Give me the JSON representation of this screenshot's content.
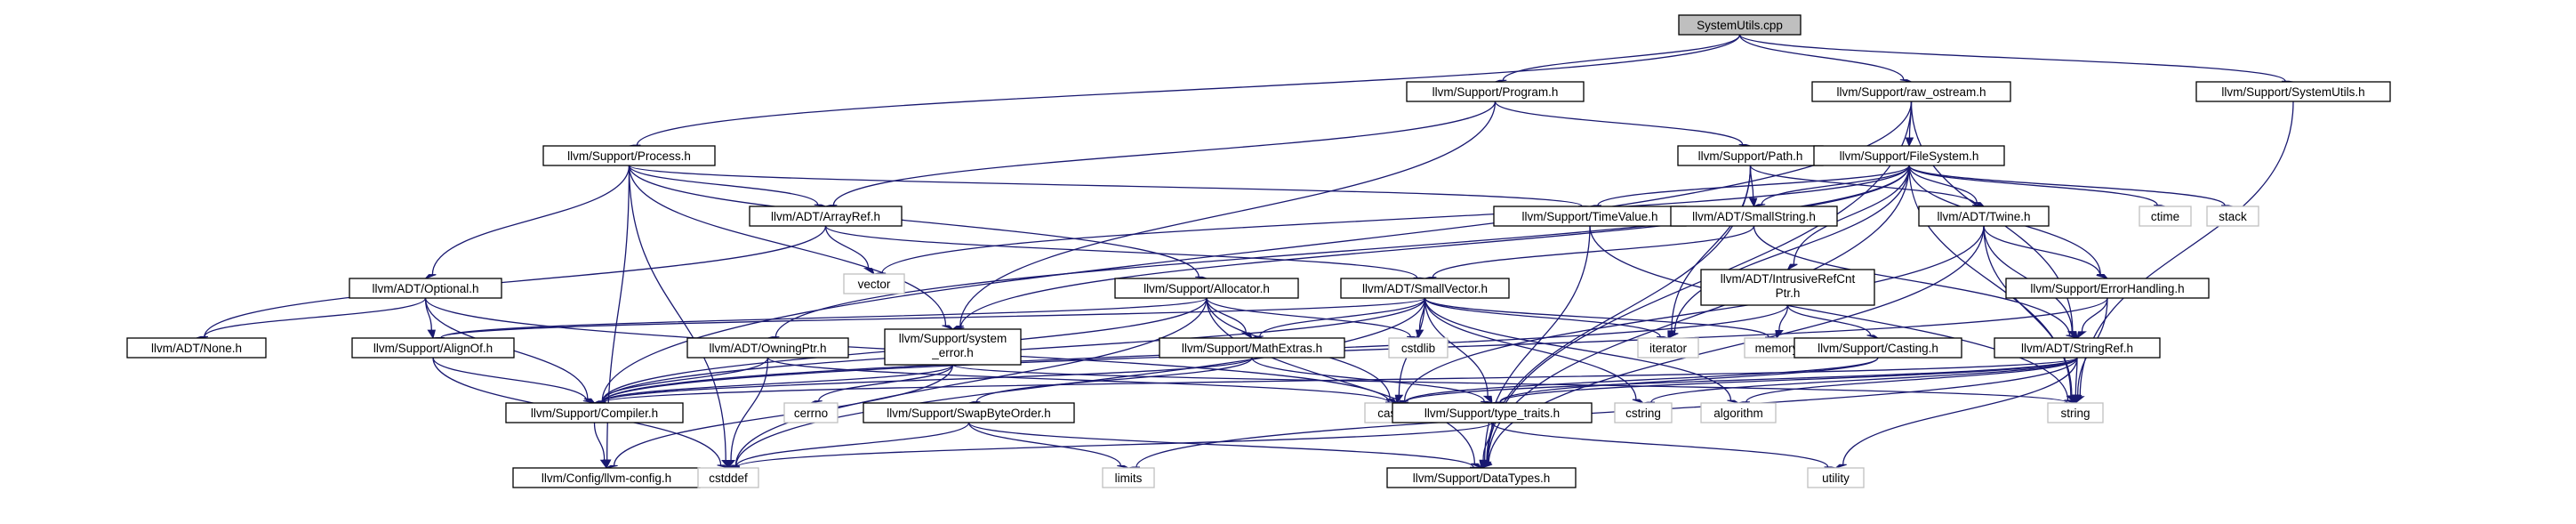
{
  "graph": {
    "nodes": [
      {
        "id": "root",
        "label": "SystemUtils.cpp",
        "style": "root"
      },
      {
        "id": "program",
        "label": "llvm/Support/Program.h",
        "style": "header"
      },
      {
        "id": "raw_ostream",
        "label": "llvm/Support/raw_ostream.h",
        "style": "header"
      },
      {
        "id": "systemutils_h",
        "label": "llvm/Support/SystemUtils.h",
        "style": "header"
      },
      {
        "id": "process",
        "label": "llvm/Support/Process.h",
        "style": "header"
      },
      {
        "id": "path",
        "label": "llvm/Support/Path.h",
        "style": "header"
      },
      {
        "id": "filesystem",
        "label": "llvm/Support/FileSystem.h",
        "style": "header"
      },
      {
        "id": "ctime",
        "label": "ctime",
        "style": "system"
      },
      {
        "id": "stack",
        "label": "stack",
        "style": "system"
      },
      {
        "id": "arrayref",
        "label": "llvm/ADT/ArrayRef.h",
        "style": "header"
      },
      {
        "id": "timevalue",
        "label": "llvm/Support/TimeValue.h",
        "style": "header"
      },
      {
        "id": "smallstring",
        "label": "llvm/ADT/SmallString.h",
        "style": "header"
      },
      {
        "id": "twine",
        "label": "llvm/ADT/Twine.h",
        "style": "header"
      },
      {
        "id": "vector",
        "label": "vector",
        "style": "system"
      },
      {
        "id": "optional",
        "label": "llvm/ADT/Optional.h",
        "style": "header"
      },
      {
        "id": "allocator",
        "label": "llvm/Support/Allocator.h",
        "style": "header"
      },
      {
        "id": "smallvector",
        "label": "llvm/ADT/SmallVector.h",
        "style": "header"
      },
      {
        "id": "intrusive",
        "label": "llvm/ADT/IntrusiveRefCnt Ptr.h",
        "style": "header"
      },
      {
        "id": "errorhandling",
        "label": "llvm/Support/ErrorHandling.h",
        "style": "header"
      },
      {
        "id": "none",
        "label": "llvm/ADT/None.h",
        "style": "header"
      },
      {
        "id": "alignof",
        "label": "llvm/Support/AlignOf.h",
        "style": "header"
      },
      {
        "id": "owningptr",
        "label": "llvm/ADT/OwningPtr.h",
        "style": "header"
      },
      {
        "id": "system_error",
        "label": "llvm/Support/system _error.h",
        "style": "header"
      },
      {
        "id": "mathextras",
        "label": "llvm/Support/MathExtras.h",
        "style": "header"
      },
      {
        "id": "cstdlib",
        "label": "cstdlib",
        "style": "system"
      },
      {
        "id": "iterator",
        "label": "iterator",
        "style": "system"
      },
      {
        "id": "memory",
        "label": "memory",
        "style": "system"
      },
      {
        "id": "casting",
        "label": "llvm/Support/Casting.h",
        "style": "header"
      },
      {
        "id": "stringref",
        "label": "llvm/ADT/StringRef.h",
        "style": "header"
      },
      {
        "id": "compiler",
        "label": "llvm/Support/Compiler.h",
        "style": "header"
      },
      {
        "id": "cerrno",
        "label": "cerrno",
        "style": "system"
      },
      {
        "id": "swapbyteorder",
        "label": "llvm/Support/SwapByteOrder.h",
        "style": "header"
      },
      {
        "id": "cassert",
        "label": "cassert",
        "style": "system"
      },
      {
        "id": "type_traits",
        "label": "llvm/Support/type_traits.h",
        "style": "header"
      },
      {
        "id": "cstring",
        "label": "cstring",
        "style": "system"
      },
      {
        "id": "algorithm",
        "label": "algorithm",
        "style": "system"
      },
      {
        "id": "string",
        "label": "string",
        "style": "system"
      },
      {
        "id": "llvm_config",
        "label": "llvm/Config/llvm-config.h",
        "style": "header"
      },
      {
        "id": "cstddef",
        "label": "cstddef",
        "style": "system"
      },
      {
        "id": "limits",
        "label": "limits",
        "style": "system"
      },
      {
        "id": "datatypes",
        "label": "llvm/Support/DataTypes.h",
        "style": "header"
      },
      {
        "id": "utility",
        "label": "utility",
        "style": "system"
      }
    ],
    "edges": [
      [
        "root",
        "program"
      ],
      [
        "root",
        "raw_ostream"
      ],
      [
        "root",
        "systemutils_h"
      ],
      [
        "root",
        "process"
      ],
      [
        "program",
        "path"
      ],
      [
        "program",
        "system_error"
      ],
      [
        "program",
        "arrayref"
      ],
      [
        "raw_ostream",
        "filesystem"
      ],
      [
        "raw_ostream",
        "compiler"
      ],
      [
        "raw_ostream",
        "stringref"
      ],
      [
        "raw_ostream",
        "datatypes"
      ],
      [
        "systemutils_h",
        "string"
      ],
      [
        "process",
        "optional"
      ],
      [
        "process",
        "arrayref"
      ],
      [
        "process",
        "allocator"
      ],
      [
        "process",
        "timevalue"
      ],
      [
        "process",
        "system_error"
      ],
      [
        "process",
        "llvm_config"
      ],
      [
        "process",
        "cstddef"
      ],
      [
        "path",
        "twine"
      ],
      [
        "path",
        "smallstring"
      ],
      [
        "path",
        "datatypes"
      ],
      [
        "path",
        "iterator"
      ],
      [
        "filesystem",
        "twine"
      ],
      [
        "filesystem",
        "smallstring"
      ],
      [
        "filesystem",
        "timevalue"
      ],
      [
        "filesystem",
        "ctime"
      ],
      [
        "filesystem",
        "stack"
      ],
      [
        "filesystem",
        "vector"
      ],
      [
        "filesystem",
        "errorhandling"
      ],
      [
        "filesystem",
        "intrusive"
      ],
      [
        "filesystem",
        "owningptr"
      ],
      [
        "filesystem",
        "system_error"
      ],
      [
        "filesystem",
        "iterator"
      ],
      [
        "filesystem",
        "string"
      ],
      [
        "filesystem",
        "datatypes"
      ],
      [
        "arrayref",
        "smallvector"
      ],
      [
        "arrayref",
        "none"
      ],
      [
        "arrayref",
        "vector"
      ],
      [
        "timevalue",
        "datatypes"
      ],
      [
        "timevalue",
        "string"
      ],
      [
        "smallstring",
        "smallvector"
      ],
      [
        "smallstring",
        "stringref"
      ],
      [
        "twine",
        "errorhandling"
      ],
      [
        "twine",
        "stringref"
      ],
      [
        "twine",
        "cassert"
      ],
      [
        "twine",
        "string"
      ],
      [
        "twine",
        "datatypes"
      ],
      [
        "optional",
        "none"
      ],
      [
        "optional",
        "alignof"
      ],
      [
        "optional",
        "compiler"
      ],
      [
        "optional",
        "cassert"
      ],
      [
        "allocator",
        "alignof"
      ],
      [
        "allocator",
        "mathextras"
      ],
      [
        "allocator",
        "compiler"
      ],
      [
        "allocator",
        "cassert"
      ],
      [
        "allocator",
        "cstddef"
      ],
      [
        "allocator",
        "cstdlib"
      ],
      [
        "allocator",
        "datatypes"
      ],
      [
        "smallvector",
        "alignof"
      ],
      [
        "smallvector",
        "compiler"
      ],
      [
        "smallvector",
        "mathextras"
      ],
      [
        "smallvector",
        "type_traits"
      ],
      [
        "smallvector",
        "algorithm"
      ],
      [
        "smallvector",
        "cassert"
      ],
      [
        "smallvector",
        "cstddef"
      ],
      [
        "smallvector",
        "cstdlib"
      ],
      [
        "smallvector",
        "cstring"
      ],
      [
        "smallvector",
        "iterator"
      ],
      [
        "smallvector",
        "memory"
      ],
      [
        "intrusive",
        "casting"
      ],
      [
        "intrusive",
        "compiler"
      ],
      [
        "intrusive",
        "memory"
      ],
      [
        "errorhandling",
        "compiler"
      ],
      [
        "errorhandling",
        "stringref"
      ],
      [
        "errorhandling",
        "string"
      ],
      [
        "alignof",
        "compiler"
      ],
      [
        "alignof",
        "cstddef"
      ],
      [
        "owningptr",
        "compiler"
      ],
      [
        "owningptr",
        "cassert"
      ],
      [
        "owningptr",
        "cstddef"
      ],
      [
        "system_error",
        "compiler"
      ],
      [
        "system_error",
        "cerrno"
      ],
      [
        "system_error",
        "string"
      ],
      [
        "system_error",
        "llvm_config"
      ],
      [
        "mathextras",
        "swapbyteorder"
      ],
      [
        "mathextras",
        "compiler"
      ],
      [
        "mathextras",
        "type_traits"
      ],
      [
        "casting",
        "type_traits"
      ],
      [
        "casting",
        "cassert"
      ],
      [
        "stringref",
        "compiler"
      ],
      [
        "stringref",
        "type_traits"
      ],
      [
        "stringref",
        "algorithm"
      ],
      [
        "stringref",
        "cassert"
      ],
      [
        "stringref",
        "cstring"
      ],
      [
        "stringref",
        "limits"
      ],
      [
        "stringref",
        "string"
      ],
      [
        "stringref",
        "utility"
      ],
      [
        "compiler",
        "llvm_config"
      ],
      [
        "swapbyteorder",
        "datatypes"
      ],
      [
        "swapbyteorder",
        "cstddef"
      ],
      [
        "swapbyteorder",
        "limits"
      ],
      [
        "type_traits",
        "datatypes"
      ],
      [
        "type_traits",
        "cstddef"
      ],
      [
        "type_traits",
        "utility"
      ]
    ]
  }
}
